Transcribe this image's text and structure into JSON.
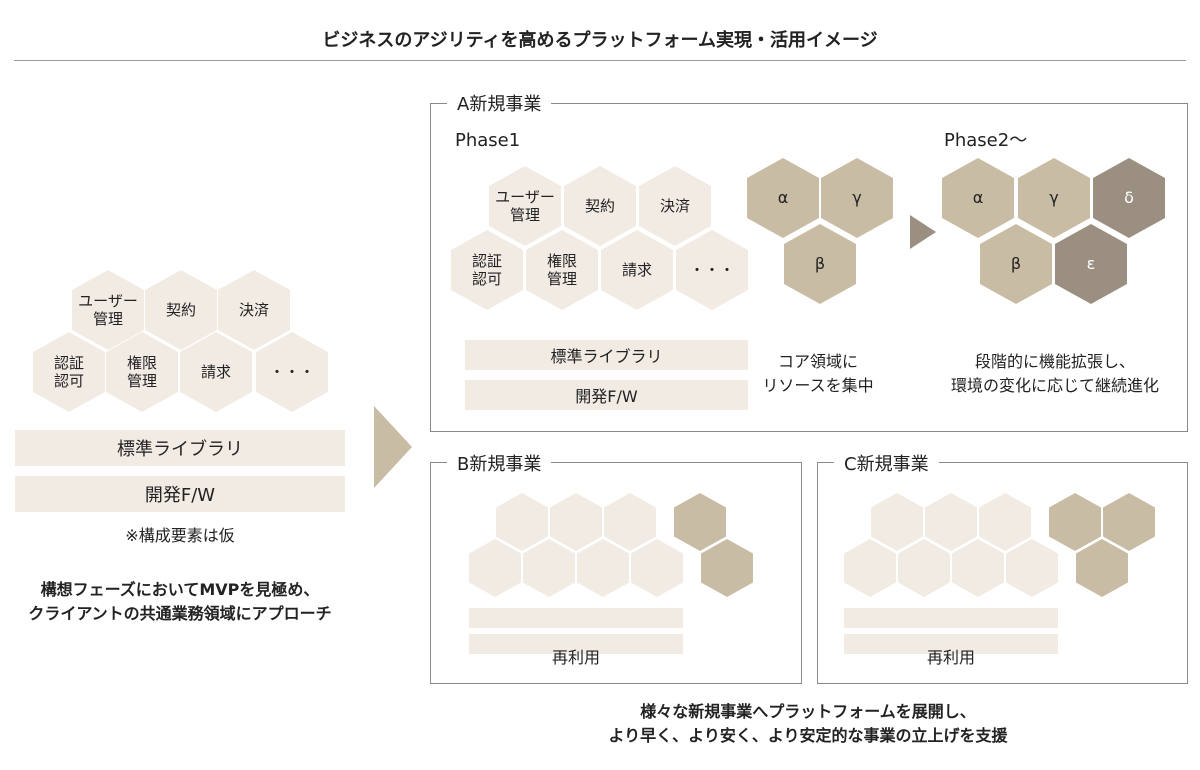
{
  "title": "ビジネスのアジリティを高めるプラットフォーム実現・活用イメージ",
  "left": {
    "modules": [
      "ユーザー\n管理",
      "契約",
      "決済",
      "認証\n認可",
      "権限\n管理",
      "請求",
      "・・・"
    ],
    "lib_label": "標準ライブラリ",
    "fw_label": "開発F/W",
    "note": "※構成要素は仮",
    "caption_line1": "構想フェーズにおいてMVPを見極め、",
    "caption_line2": "クライアントの共通業務領域にアプローチ"
  },
  "a_box": {
    "label": "A新規事業",
    "phase1": "Phase1",
    "phase2": "Phase2～",
    "modules": [
      "ユーザー\n管理",
      "契約",
      "決済",
      "認証\n認可",
      "権限\n管理",
      "請求",
      "・・・"
    ],
    "lib_label": "標準ライブラリ",
    "fw_label": "開発F/W",
    "core_p1": [
      "α",
      "γ",
      "β"
    ],
    "core_p2": [
      "α",
      "γ",
      "δ",
      "β",
      "ε"
    ],
    "note1_line1": "コア領域に",
    "note1_line2": "リソースを集中",
    "note2_line1": "段階的に機能拡張し、",
    "note2_line2": "環境の変化に応じて継続進化"
  },
  "b_box": {
    "label": "B新規事業",
    "reuse": "再利用"
  },
  "c_box": {
    "label": "C新規事業",
    "reuse": "再利用"
  },
  "bottom_line1": "様々な新規事業へプラットフォームを展開し、",
  "bottom_line2": "より早く、より安く、より安定的な事業の立上げを支援",
  "colors": {
    "light": "#f1ebe4",
    "mid": "#c9bca4",
    "dark": "#9b8f81",
    "arrow": "#c9bca4"
  }
}
